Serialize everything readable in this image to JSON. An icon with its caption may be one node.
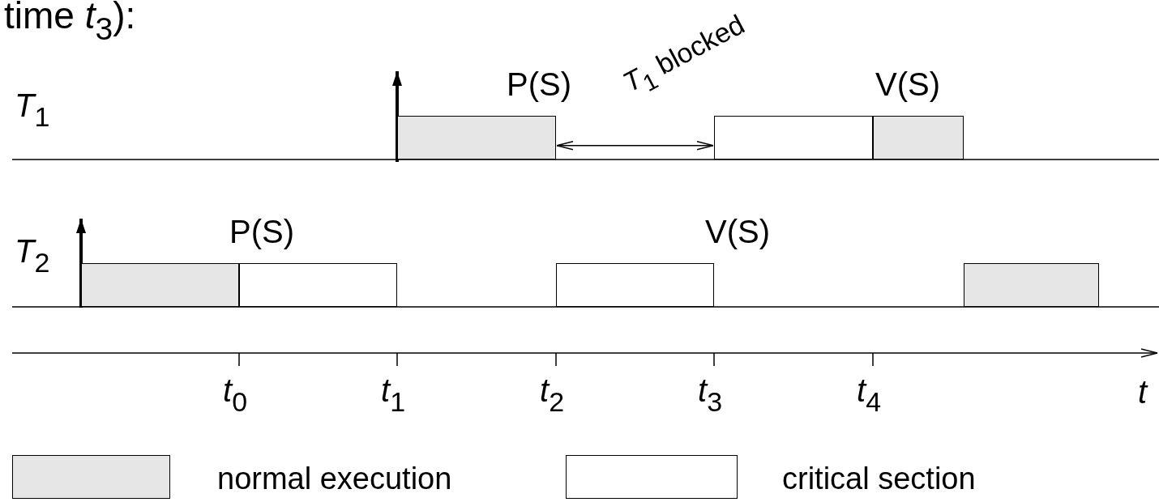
{
  "diagram": {
    "nodes": [
      {
        "text": [],
        "shape": "box"
      },
      {
        "text": [],
        "shape": "box"
      },
      {
        "text": [],
        "shape": "box"
      },
      {
        "text": [],
        "shape": "box"
      },
      {
        "text": [],
        "shape": "box"
      },
      {
        "text": [],
        "shape": "box"
      },
      {
        "text": [],
        "shape": "box"
      }
    ],
    "edges": [
      {
        "from": 0,
        "to": 1,
        "arrow": "both",
        "label": "*T*$_{1}$ blocked"
      }
    ],
    "labels": [
      "time *t*$_{3}$):",
      "*T*$_{1}$",
      "P(S)",
      "V(S)",
      "*T*$_{2}$",
      "P(S)",
      "V(S)",
      "*t*$_{0}$",
      "*t*$_{1}$",
      "*t*$_{2}$",
      "*t*$_{3}$",
      "*t*$_{4}$",
      "*t*"
    ],
    "legend": [
      {
        "text": "normal execution",
        "color": "#e6e6e6"
      },
      {
        "text": "critical section",
        "color": "#ffffff"
      }
    ]
  }
}
